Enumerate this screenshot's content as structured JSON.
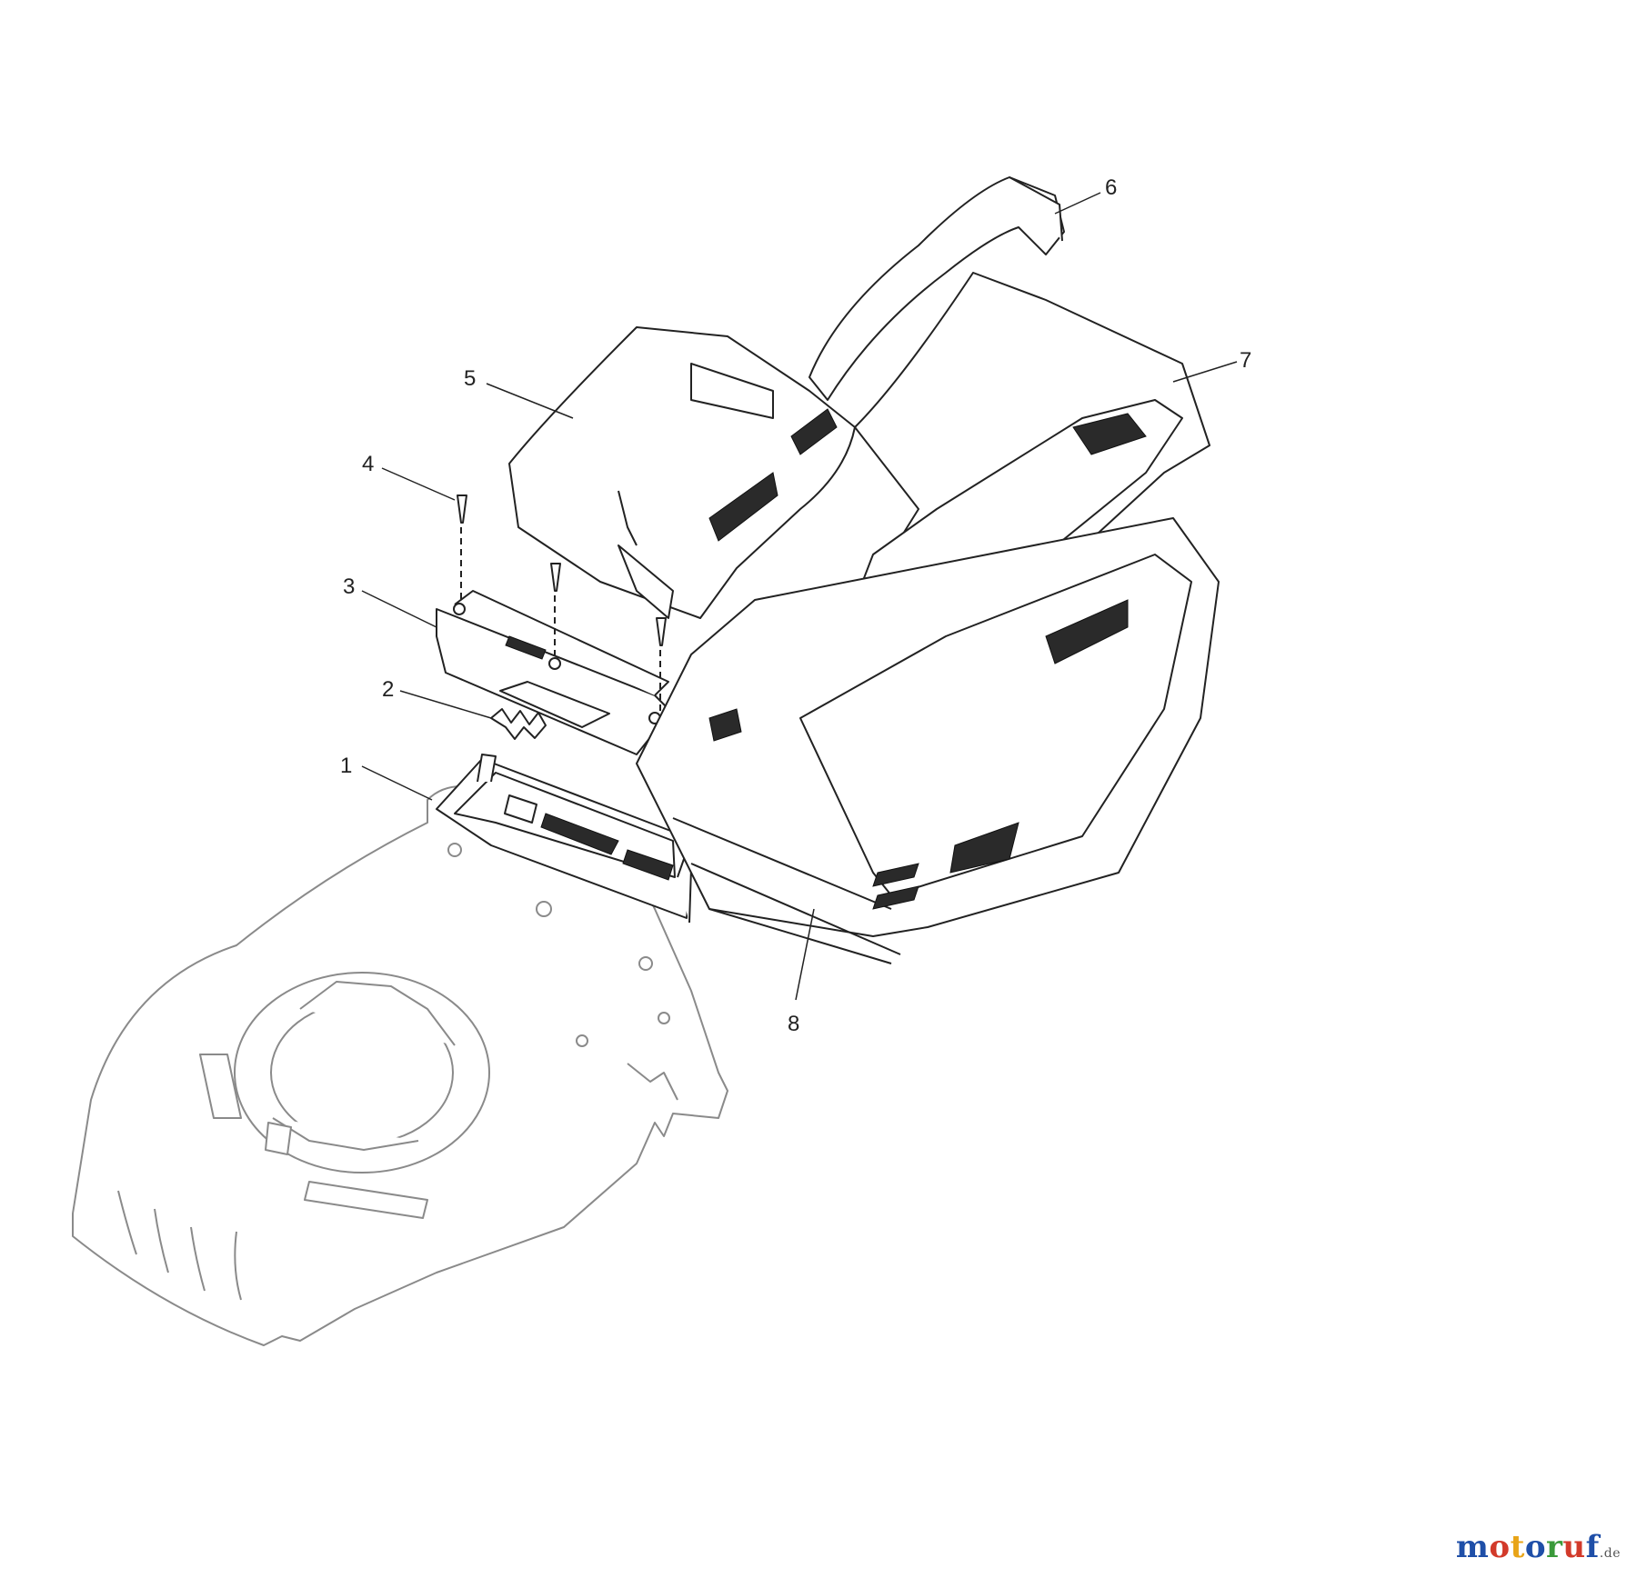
{
  "diagram": {
    "callouts": [
      {
        "id": "1",
        "label": "1"
      },
      {
        "id": "2",
        "label": "2"
      },
      {
        "id": "3",
        "label": "3"
      },
      {
        "id": "4",
        "label": "4"
      },
      {
        "id": "5",
        "label": "5"
      },
      {
        "id": "6",
        "label": "6"
      },
      {
        "id": "7",
        "label": "7"
      },
      {
        "id": "8",
        "label": "8"
      }
    ]
  },
  "watermark": {
    "letters": [
      "m",
      "o",
      "t",
      "o",
      "r",
      "u",
      "f"
    ],
    "suffix": ".de",
    "colors": [
      "#1f4fa8",
      "#d23a2a",
      "#e8a417",
      "#1f4fa8",
      "#3a9a3a",
      "#d23a2a",
      "#1f4fa8"
    ],
    "suffix_color": "#555555"
  }
}
